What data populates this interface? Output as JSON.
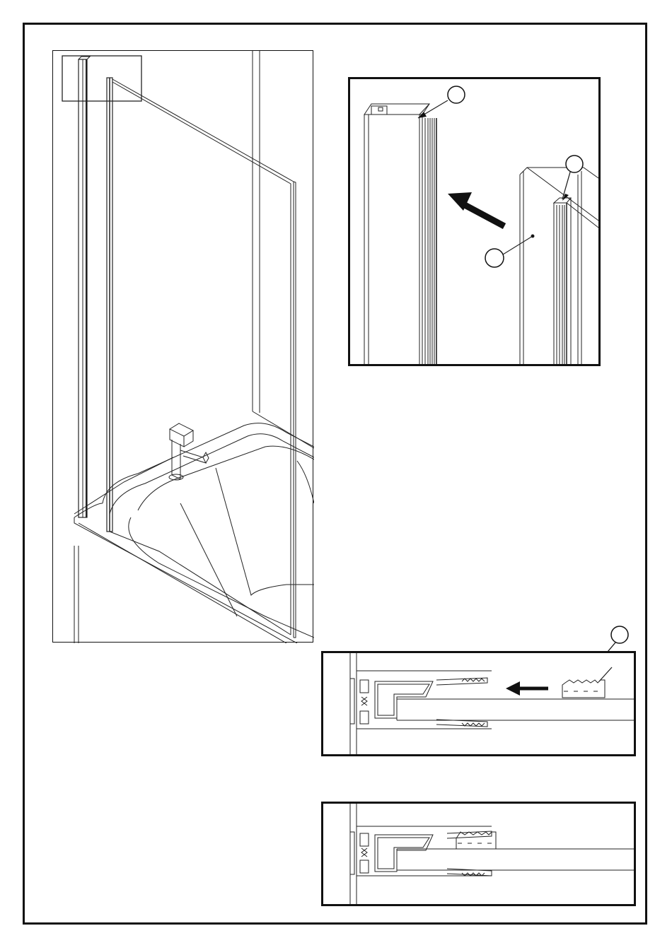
{
  "drawing": {
    "views": [
      {
        "id": "overview",
        "kind": "isometric-assembly"
      },
      {
        "id": "detail",
        "kind": "zoom-detail",
        "callouts": [
          "",
          "",
          ""
        ]
      },
      {
        "id": "section-before",
        "kind": "cross-section",
        "callouts": [
          ""
        ]
      },
      {
        "id": "section-after",
        "kind": "cross-section"
      }
    ],
    "icons": [
      "arrow-icon",
      "faucet-icon",
      "bathtub-icon",
      "glass-panel-icon",
      "wall-profile-icon"
    ],
    "line_color": "#111111",
    "background": "#ffffff"
  }
}
